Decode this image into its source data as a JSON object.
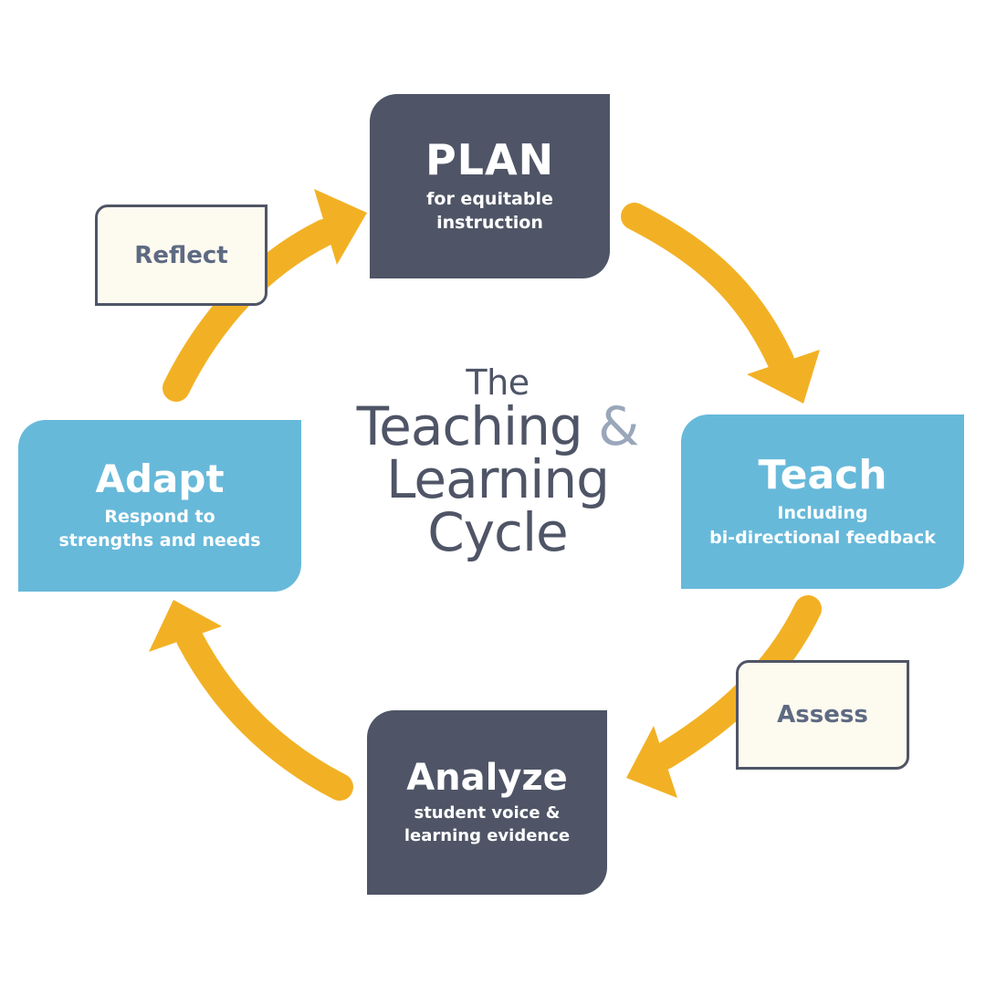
{
  "diagram": {
    "center_title": {
      "line1": "The",
      "line2": "Teaching",
      "ampersand": "&",
      "line3": "Learning",
      "line4": "Cycle"
    },
    "stages": {
      "plan": {
        "title": "PLAN",
        "subtitle_line1": "for equitable",
        "subtitle_line2": "instruction"
      },
      "teach": {
        "title": "Teach",
        "subtitle_line1": "Including",
        "subtitle_line2": "bi-directional feedback"
      },
      "analyze": {
        "title": "Analyze",
        "subtitle_line1": "student voice &",
        "subtitle_line2": "learning evidence"
      },
      "adapt": {
        "title": "Adapt",
        "subtitle_line1": "Respond to",
        "subtitle_line2": "strengths and needs"
      }
    },
    "transitions": {
      "reflect": "Reflect",
      "assess": "Assess"
    },
    "flow": [
      "PLAN",
      "Teach",
      "Analyze",
      "Adapt"
    ],
    "colors": {
      "dark_box": "#4f5566",
      "blue_box": "#67b9da",
      "arrow": "#f2b124",
      "label_fill": "#fdfaf0",
      "label_text": "#5e6a82",
      "ampersand": "#9aa7bb"
    }
  }
}
